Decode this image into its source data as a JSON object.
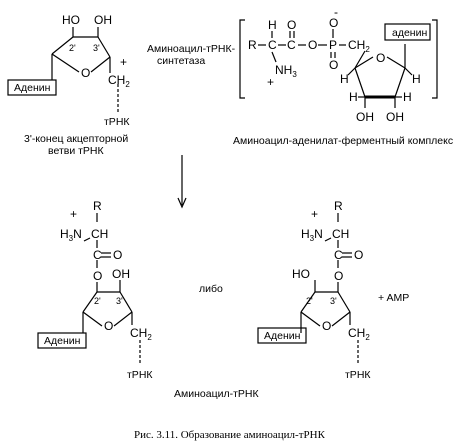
{
  "reactant_top": {
    "oh_left": "HO",
    "oh_right": "OH",
    "c2": "2'",
    "c3": "3'",
    "o_ring": "O",
    "ch2": "CH",
    "ch2_sub": "2",
    "base": "Аденин",
    "trna": "тРНК",
    "plus": "+",
    "caption_line1": "3'-конец акцепторной",
    "caption_line2": "ветви тРНК"
  },
  "enzyme_complex": {
    "enzyme_line1": "Аминоацил-тРНК-",
    "enzyme_line2": "синтетаза",
    "r": "R",
    "c1": "C",
    "h": "H",
    "c2": "C",
    "o_double": "O",
    "o_bridge": "O",
    "p": "P",
    "o_top": "O",
    "o_charge": "-",
    "o_right": "O",
    "ch2": "CH",
    "ch2_sub": "2",
    "nh3": "NH",
    "nh3_sub": "3",
    "nh3_charge": "+",
    "base": "аденин",
    "ring_o": "O",
    "h1": "H",
    "h2": "H",
    "h3": "H",
    "h4": "H",
    "oh1": "OH",
    "oh2": "OH",
    "caption": "Аминоацил-аденилат-ферментный комплекс"
  },
  "product_left": {
    "r": "R",
    "h3n": "H",
    "h3n_sub": "3",
    "h3n_n": "N",
    "ch": "CH",
    "charge": "+",
    "c": "C",
    "o_double": "O",
    "o_ester": "O",
    "oh": "OH",
    "c2": "2'",
    "c3": "3'",
    "o_ring": "O",
    "ch2": "CH",
    "ch2_sub": "2",
    "base": "Аденин",
    "trna": "тРНК"
  },
  "or_text": "либо",
  "product_right": {
    "r": "R",
    "h3n": "H",
    "h3n_sub": "3",
    "h3n_n": "N",
    "ch": "CH",
    "charge": "+",
    "c": "C",
    "o_double": "O",
    "o_ester": "O",
    "ho": "HO",
    "c2": "2'",
    "c3": "3'",
    "o_ring": "O",
    "ch2": "CH",
    "ch2_sub": "2",
    "base": "Аденин",
    "trna": "тРНК",
    "amp": "+ AMP"
  },
  "product_caption": "Аминоацил-тРНК",
  "figure_caption": "Рис. 3.11. Образование аминоацил-тРНК"
}
